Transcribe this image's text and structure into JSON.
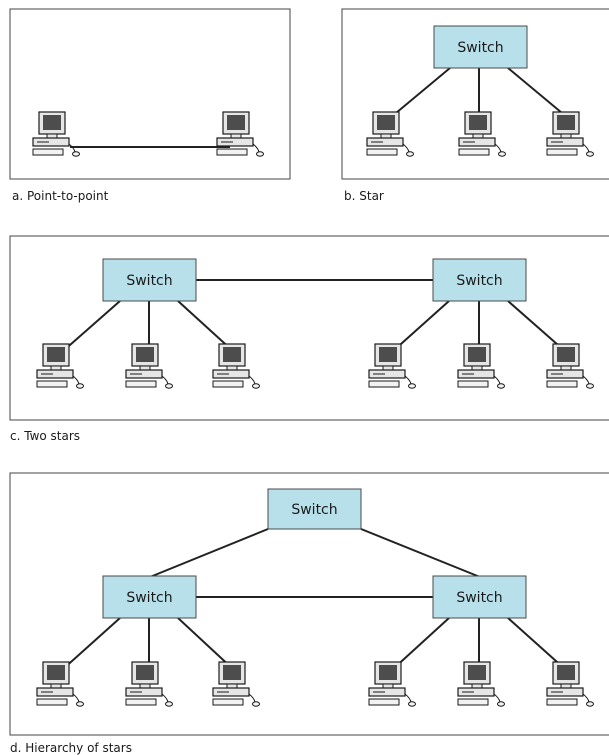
{
  "colors": {
    "switch_fill": "#b7e0ea",
    "computer_body": "#e6e6e6",
    "computer_screen": "#4d4d4d",
    "computer_outline": "#1a1a1a"
  },
  "icons": [
    "computer-icon"
  ],
  "switch_label": "Switch",
  "panels": [
    {
      "id": "a",
      "caption": "a. Point-to-point",
      "switch_count": 0,
      "computer_count": 2
    },
    {
      "id": "b",
      "caption": "b. Star",
      "switch_count": 1,
      "computer_count": 3
    },
    {
      "id": "c",
      "caption": "c. Two stars",
      "switch_count": 2,
      "computer_count": 6
    },
    {
      "id": "d",
      "caption": "d. Hierarchy of stars",
      "switch_count": 3,
      "computer_count": 6
    }
  ]
}
